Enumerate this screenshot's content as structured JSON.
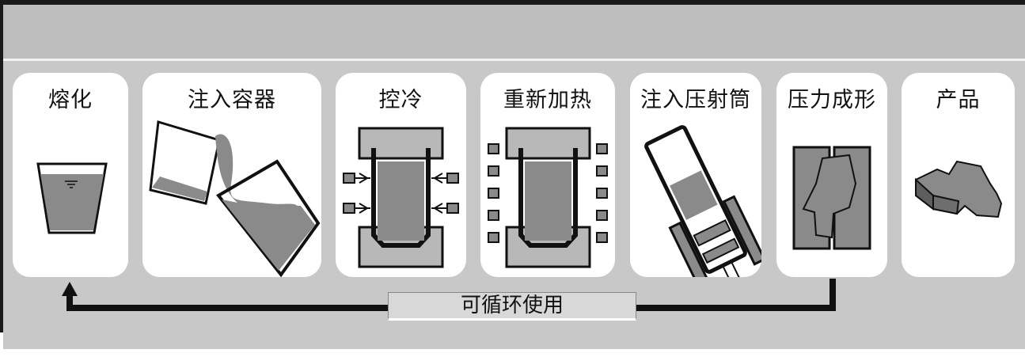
{
  "steps": [
    {
      "label": "熔化"
    },
    {
      "label": "注入容器"
    },
    {
      "label": "控冷"
    },
    {
      "label": "重新加热"
    },
    {
      "label": "注入压射筒"
    },
    {
      "label": "压力成形"
    },
    {
      "label": "产品"
    }
  ],
  "loop": {
    "label": "可循环使用"
  }
}
